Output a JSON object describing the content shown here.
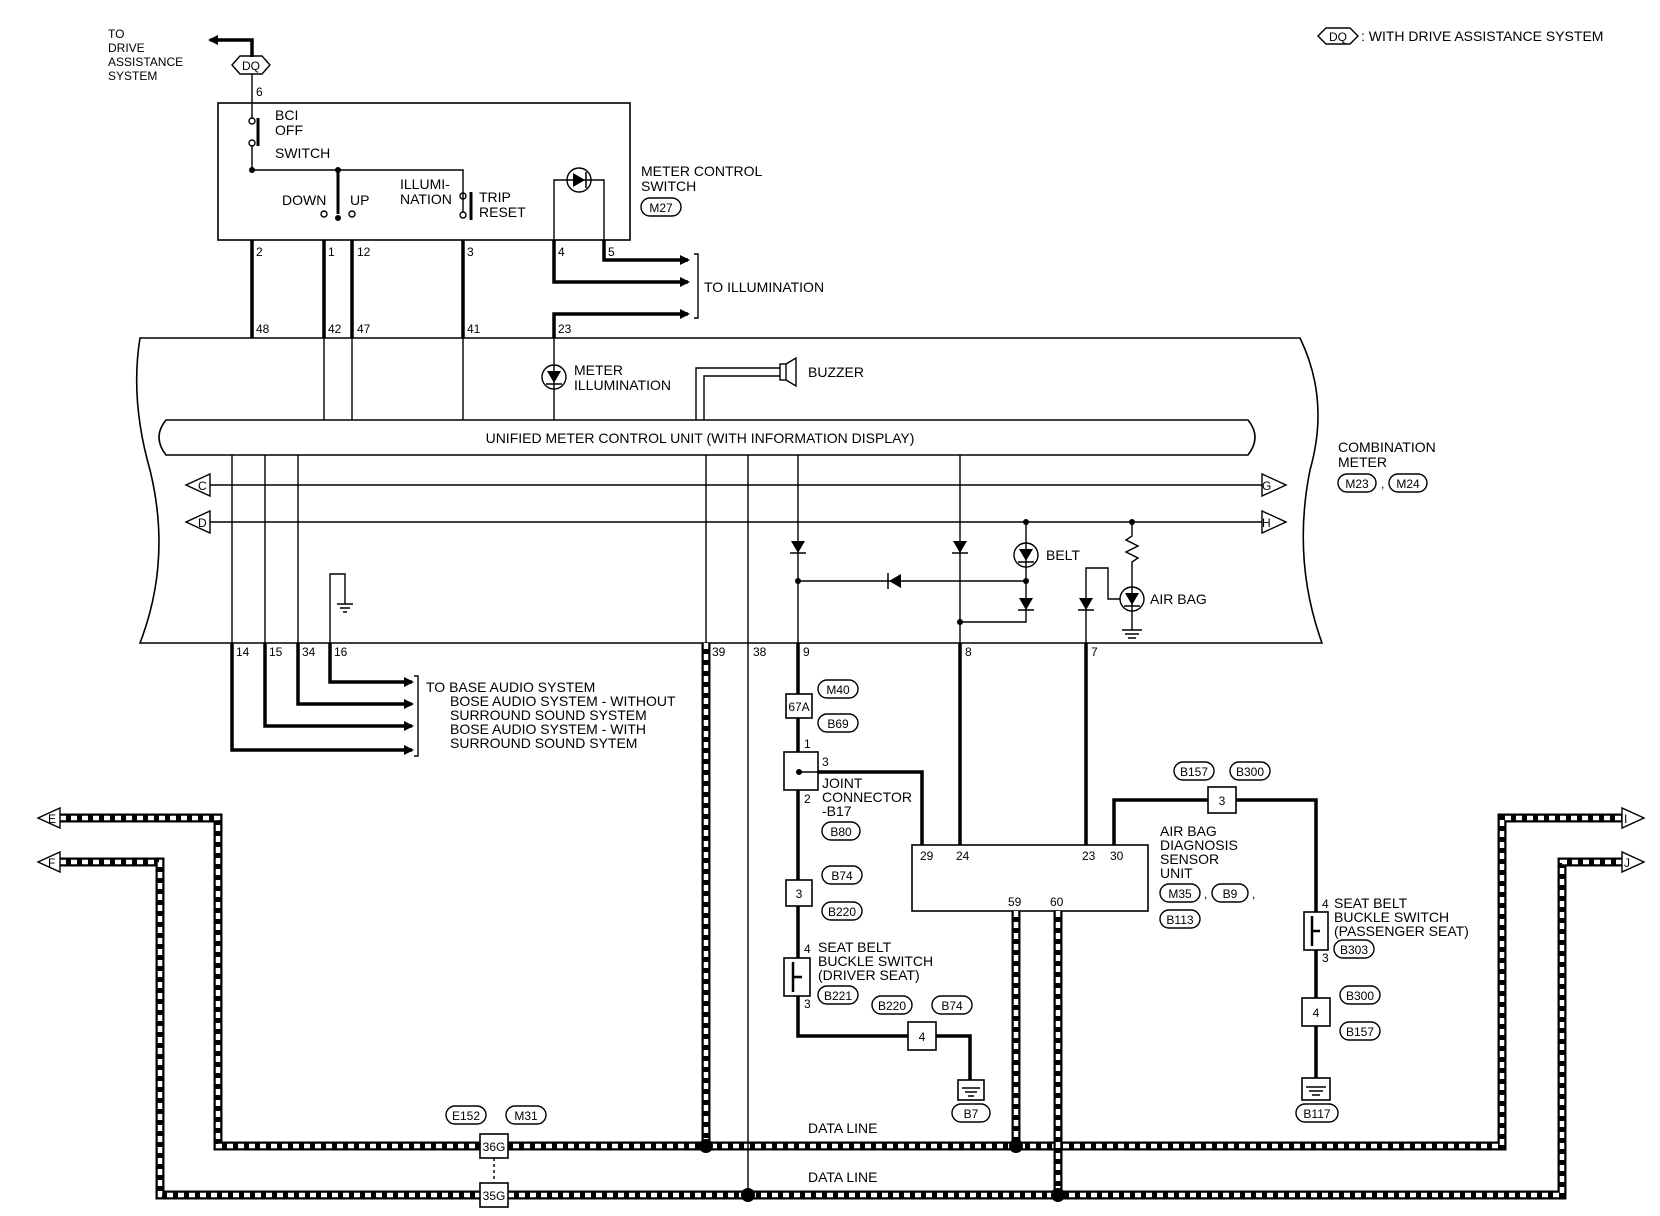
{
  "legend": {
    "code": "DQ",
    "text": ": WITH DRIVE ASSISTANCE SYSTEM"
  },
  "top_destination": [
    "TO",
    "DRIVE",
    "ASSISTANCE",
    "SYSTEM"
  ],
  "switch_unit": {
    "name_lines": [
      "METER CONTROL",
      "SWITCH"
    ],
    "connector": "M27",
    "bci_lines": [
      "BCI",
      "OFF",
      "SWITCH"
    ],
    "down": "DOWN",
    "up": "UP",
    "illumi_lines": [
      "ILLUMI-",
      "NATION"
    ],
    "trip_lines": [
      "TRIP",
      "RESET"
    ],
    "pins": {
      "dq": "6",
      "p2": "2",
      "p1": "1",
      "p12": "12",
      "p3": "3",
      "p4": "4",
      "p5": "5"
    }
  },
  "to_illumination": "TO ILLUMINATION",
  "meter": {
    "name_lines": [
      "COMBINATION",
      "METER"
    ],
    "connectors": [
      "M23",
      "M24"
    ],
    "unit_label": "UNIFIED METER CONTROL UNIT (WITH INFORMATION DISPLAY)",
    "meter_illum_lines": [
      "METER",
      "ILLUMINATION"
    ],
    "buzzer": "BUZZER",
    "belt": "BELT",
    "air_bag": "AIR BAG",
    "top_pins": [
      "48",
      "42",
      "47",
      "41",
      "23"
    ],
    "bottom_pins": [
      "14",
      "15",
      "34",
      "16",
      "39",
      "38",
      "9",
      "8",
      "7"
    ]
  },
  "arrows": {
    "c": "C",
    "d": "D",
    "g": "G",
    "h": "H",
    "e": "E",
    "f": "F",
    "i": "I",
    "j": "J"
  },
  "audio_lines": [
    "TO BASE AUDIO SYSTEM",
    "BOSE AUDIO SYSTEM - WITHOUT",
    "SURROUND SOUND SYSTEM",
    "BOSE AUDIO SYSTEM - WITH",
    "SURROUND SOUND SYTEM"
  ],
  "connectors": {
    "m40": "M40",
    "b69": "B69",
    "c67a": "67A",
    "jp1": "1",
    "jp3": "3",
    "jp2": "2",
    "joint_lines": [
      "JOINT",
      "CONNECTOR",
      "-B17"
    ],
    "b80": "B80",
    "b74a": "B74",
    "b220a": "B220",
    "c3": "3",
    "dsb_pin4": "4",
    "dsb_lines": [
      "SEAT BELT",
      "BUCKLE SWITCH",
      "(DRIVER SEAT)"
    ],
    "b221": "B221",
    "dsb_pin3": "3",
    "b220b": "B220",
    "b74b": "B74",
    "c4": "4",
    "b7": "B7",
    "b157a": "B157",
    "b300a": "B300",
    "c3b": "3",
    "psb_pin4": "4",
    "psb_lines": [
      "SEAT BELT",
      "BUCKLE SWITCH",
      "(PASSENGER SEAT)"
    ],
    "b303": "B303",
    "psb_pin3": "3",
    "b300b": "B300",
    "b157b": "B157",
    "c4b": "4",
    "b117": "B117",
    "e152": "E152",
    "m31": "M31",
    "c36g": "36G",
    "c35g": "35G"
  },
  "airbag_unit": {
    "name_lines": [
      "AIR BAG",
      "DIAGNOSIS",
      "SENSOR",
      "UNIT"
    ],
    "connectors": [
      "M35",
      "B9",
      "B113"
    ],
    "pins": [
      "29",
      "24",
      "23",
      "30",
      "59",
      "60"
    ]
  },
  "data_line": "DATA LINE"
}
